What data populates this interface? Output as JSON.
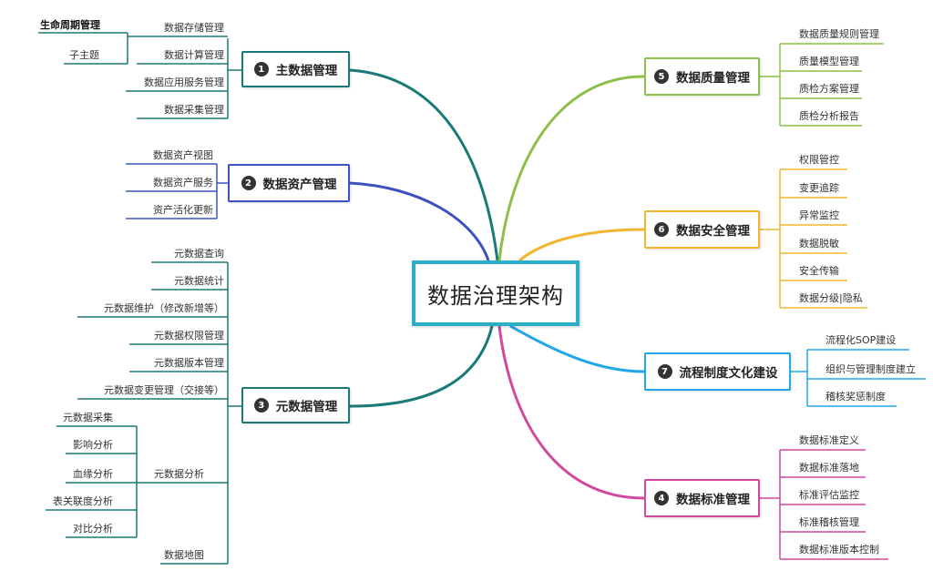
{
  "center": {
    "title": "数据治理架构"
  },
  "colors": {
    "teal": "#1a7a78",
    "blue": "#3d52c0",
    "green": "#8cc04a",
    "orange": "#f2b531",
    "cyan": "#22a8e8",
    "magenta": "#d2489d",
    "center_border": "#2bafc8"
  },
  "branches": {
    "b1": {
      "num": "1",
      "label": "主数据管理",
      "children": [
        "数据存储管理",
        "数据计算管理",
        "数据应用服务管理",
        "数据采集管理"
      ],
      "sub": [
        "生命周期管理",
        "子主题"
      ]
    },
    "b2": {
      "num": "2",
      "label": "数据资产管理",
      "children": [
        "数据资产视图",
        "数据资产服务",
        "资产活化更新"
      ]
    },
    "b3": {
      "num": "3",
      "label": "元数据管理",
      "children": [
        "元数据查询",
        "元数据统计",
        "元数据维护（修改新增等）",
        "元数据权限管理",
        "元数据版本管理",
        "元数据变更管理（交接等）",
        "元数据分析",
        "数据地图"
      ],
      "analysis": [
        "元数据采集",
        "影响分析",
        "血缘分析",
        "表关联度分析",
        "对比分析"
      ]
    },
    "b5": {
      "num": "5",
      "label": "数据质量管理",
      "children": [
        "数据质量规则管理",
        "质量模型管理",
        "质检方案管理",
        "质检分析报告"
      ]
    },
    "b6": {
      "num": "6",
      "label": "数据安全管理",
      "children": [
        "权限管控",
        "变更追踪",
        "异常监控",
        "数据脱敏",
        "安全传输",
        "数据分级|隐私"
      ]
    },
    "b7": {
      "num": "7",
      "label": "流程制度文化建设",
      "children": [
        "流程化SOP建设",
        "组织与管理制度建立",
        "稽核奖惩制度"
      ]
    },
    "b4": {
      "num": "4",
      "label": "数据标准管理",
      "children": [
        "数据标准定义",
        "数据标准落地",
        "标准评估监控",
        "标准稽核管理",
        "数据标准版本控制"
      ]
    }
  }
}
